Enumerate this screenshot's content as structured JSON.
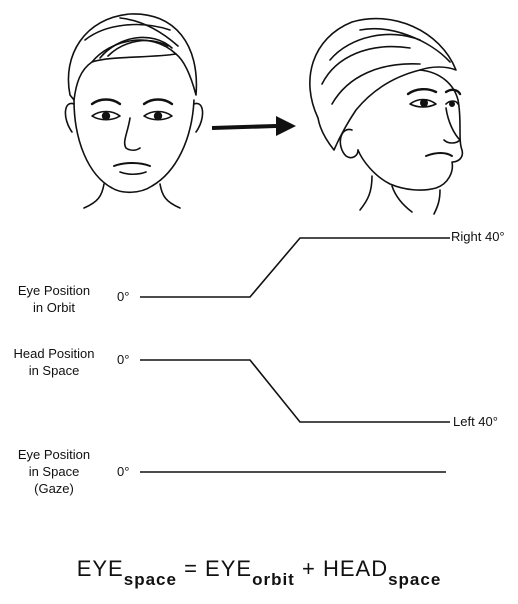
{
  "illustration": {
    "left_face": "face-front-view",
    "right_face": "face-turned-right-view",
    "arrow": "right-arrow-icon"
  },
  "traces": {
    "eye_orbit": {
      "label_lines": [
        "Eye Position",
        "in Orbit"
      ],
      "start_label": "0°",
      "end_label": "Right 40°"
    },
    "head_space": {
      "label_lines": [
        "Head Position",
        "in Space"
      ],
      "start_label": "0°",
      "end_label": "Left 40°"
    },
    "eye_space": {
      "label_lines": [
        "Eye Position",
        "in Space",
        "(Gaze)"
      ],
      "start_label": "0°"
    }
  },
  "formula": {
    "term1_main": "EYE",
    "term1_sub": "space",
    "equals": "=",
    "term2_main": "EYE",
    "term2_sub": "orbit",
    "plus": "+",
    "term3_main": "HEAD",
    "term3_sub": "space"
  }
}
